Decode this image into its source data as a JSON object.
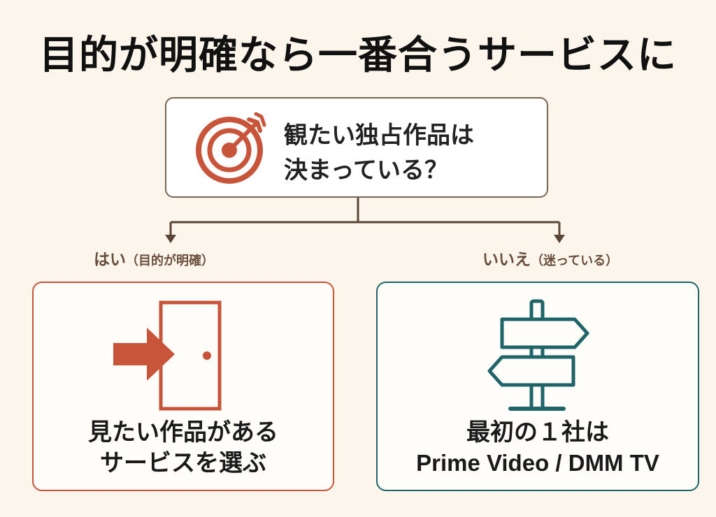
{
  "title": "目的が明確なら一番合うサービスに",
  "question": {
    "line1": "観たい独占作品は",
    "line2": "決まっている？",
    "icon": "target-arrow-icon"
  },
  "branches": {
    "yes": {
      "label": "はい",
      "sub": "（目的が明確）",
      "icon": "door-enter-icon",
      "line1": "見たい作品がある",
      "line2": "サービスを選ぶ"
    },
    "no": {
      "label": "いいえ",
      "sub": "（迷っている）",
      "icon": "signpost-icon",
      "line1": "最初の１社は",
      "line2": "Prime Video / DMM TV"
    }
  },
  "colors": {
    "background": "#fbf5ec",
    "accent_orange": "#c8553a",
    "accent_teal": "#1e6469",
    "connector_brown": "#5a4535"
  }
}
